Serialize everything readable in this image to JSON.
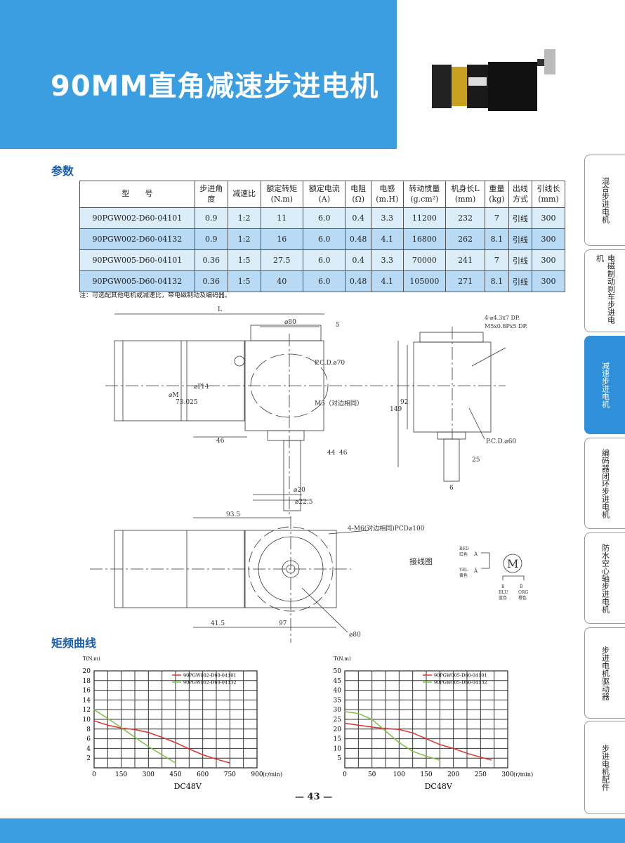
{
  "header": {
    "title": "90MM直角减速步进电机"
  },
  "params_heading": "参数",
  "table": {
    "headers": [
      [
        "型　　号",
        ""
      ],
      [
        "步进角",
        "度"
      ],
      [
        "减速比",
        ""
      ],
      [
        "额定转矩",
        "(N.m)"
      ],
      [
        "额定电流",
        "(A)"
      ],
      [
        "电阻",
        "(Ω)"
      ],
      [
        "电感",
        "(m.H)"
      ],
      [
        "转动惯量",
        "(g.cm²)"
      ],
      [
        "机身长L",
        "(mm)"
      ],
      [
        "重量",
        "(kg)"
      ],
      [
        "出线",
        "方式"
      ],
      [
        "引线长",
        "(mm)"
      ]
    ],
    "rows": [
      [
        "90PGW002-D60-04101",
        "0.9",
        "1:2",
        "11",
        "6.0",
        "0.4",
        "3.3",
        "11200",
        "232",
        "7",
        "引线",
        "300"
      ],
      [
        "90PGW002-D60-04132",
        "0.9",
        "1:2",
        "16",
        "6.0",
        "0.48",
        "4.1",
        "16800",
        "262",
        "8.1",
        "引线",
        "300"
      ],
      [
        "90PGW005-D60-04101",
        "0.36",
        "1:5",
        "27.5",
        "6.0",
        "0.4",
        "3.3",
        "70000",
        "241",
        "7",
        "引线",
        "300"
      ],
      [
        "90PGW005-D60-04132",
        "0.36",
        "1:5",
        "40",
        "6.0",
        "0.48",
        "4.1",
        "105000",
        "271",
        "8.1",
        "引线",
        "300"
      ]
    ]
  },
  "note": "注：可选配其他电机或减速比，带电磁制动及编码器。",
  "drawing": {
    "L": "L",
    "d80": "⌀80",
    "five": "5",
    "pcd70": "P.C.D.⌀70",
    "m5": "M5（对边相同）",
    "dp": "⌀P",
    "fourteen": "14",
    "dm": "⌀M",
    "d73": "73.025",
    "d46a": "46",
    "d44": "44",
    "d46b": "46",
    "d20": "⌀20",
    "d225": "⌀22.5",
    "d149": "149",
    "d92": "92",
    "holes": "4-⌀4.3x7 DP.",
    "m5x": "M5x0.8Px5 DP.",
    "pcd60": "P.C.D.⌀60",
    "d25": "25",
    "d6": "6",
    "d935": "93.5",
    "m6": "4-M6(对边相同)PCD⌀100",
    "d415": "41.5",
    "d97": "97",
    "d80b": "⌀80",
    "wiring": "接线图",
    "red": "RED",
    "red_cn": "红色",
    "yel": "YEL",
    "yel_cn": "黄色",
    "blu": "BLU",
    "blu_cn": "蓝色",
    "org": "ORG",
    "org_cn": "橙色",
    "A": "A",
    "Abar": "Ā",
    "B": "B",
    "Bbar": "B̄",
    "M": "M"
  },
  "curve_heading": "矩频曲线",
  "chart_data": [
    {
      "type": "line",
      "ylabel": "T(N.m)",
      "xlabel": "(r/min)",
      "caption": "DC48V",
      "xlim": [
        0,
        900
      ],
      "ylim": [
        0,
        20
      ],
      "xticks": [
        0,
        150,
        300,
        450,
        600,
        750,
        900
      ],
      "yticks": [
        2,
        4,
        6,
        8,
        10,
        12,
        14,
        16,
        18,
        20
      ],
      "legend": "top-right",
      "grid": true,
      "series": [
        {
          "name": "90PGW002-D60-04101",
          "color": "#e03030",
          "x": [
            0,
            75,
            150,
            225,
            300,
            375,
            450,
            525,
            600,
            675,
            750
          ],
          "y": [
            9.7,
            8.8,
            8.2,
            7.9,
            7.3,
            6.3,
            5.2,
            3.9,
            2.7,
            1.8,
            1.0
          ]
        },
        {
          "name": "90PGW002-D60-04132",
          "color": "#7cc040",
          "x": [
            0,
            75,
            150,
            225,
            300,
            375,
            450
          ],
          "y": [
            12,
            10.2,
            8.3,
            6.3,
            4.4,
            2.7,
            1.0
          ]
        }
      ]
    },
    {
      "type": "line",
      "ylabel": "T(N.m)",
      "xlabel": "(r/min)",
      "caption": "DC48V",
      "xlim": [
        0,
        300
      ],
      "ylim": [
        0,
        50
      ],
      "xticks": [
        0,
        50,
        100,
        150,
        200,
        250,
        300
      ],
      "yticks": [
        5,
        10,
        15,
        20,
        25,
        30,
        35,
        40,
        45,
        50
      ],
      "legend": "top-right",
      "grid": true,
      "series": [
        {
          "name": "90PGW005-D60-04101",
          "color": "#e03030",
          "x": [
            0,
            25,
            50,
            75,
            100,
            125,
            150,
            175,
            200,
            225,
            250,
            270
          ],
          "y": [
            23,
            22,
            21,
            20.3,
            19.8,
            18,
            15,
            12,
            10,
            7.5,
            5.5,
            4
          ]
        },
        {
          "name": "90PGW005-D60-04132",
          "color": "#7cc040",
          "x": [
            0,
            25,
            50,
            75,
            100,
            125,
            150,
            175
          ],
          "y": [
            29,
            28,
            25,
            19,
            13,
            8.5,
            6,
            4
          ]
        }
      ]
    }
  ],
  "page_number": "— 43 —",
  "tabs": [
    "混合步进电机",
    "电磁制动刹车步进电机",
    "减速步进电机",
    "编码器闭环步进电机",
    "防水空心轴步进电机",
    "步进电机驱动器",
    "步进电机配件"
  ],
  "colors": {
    "brand": "#3a9ee0",
    "tab_active": "#2f8fd8"
  }
}
